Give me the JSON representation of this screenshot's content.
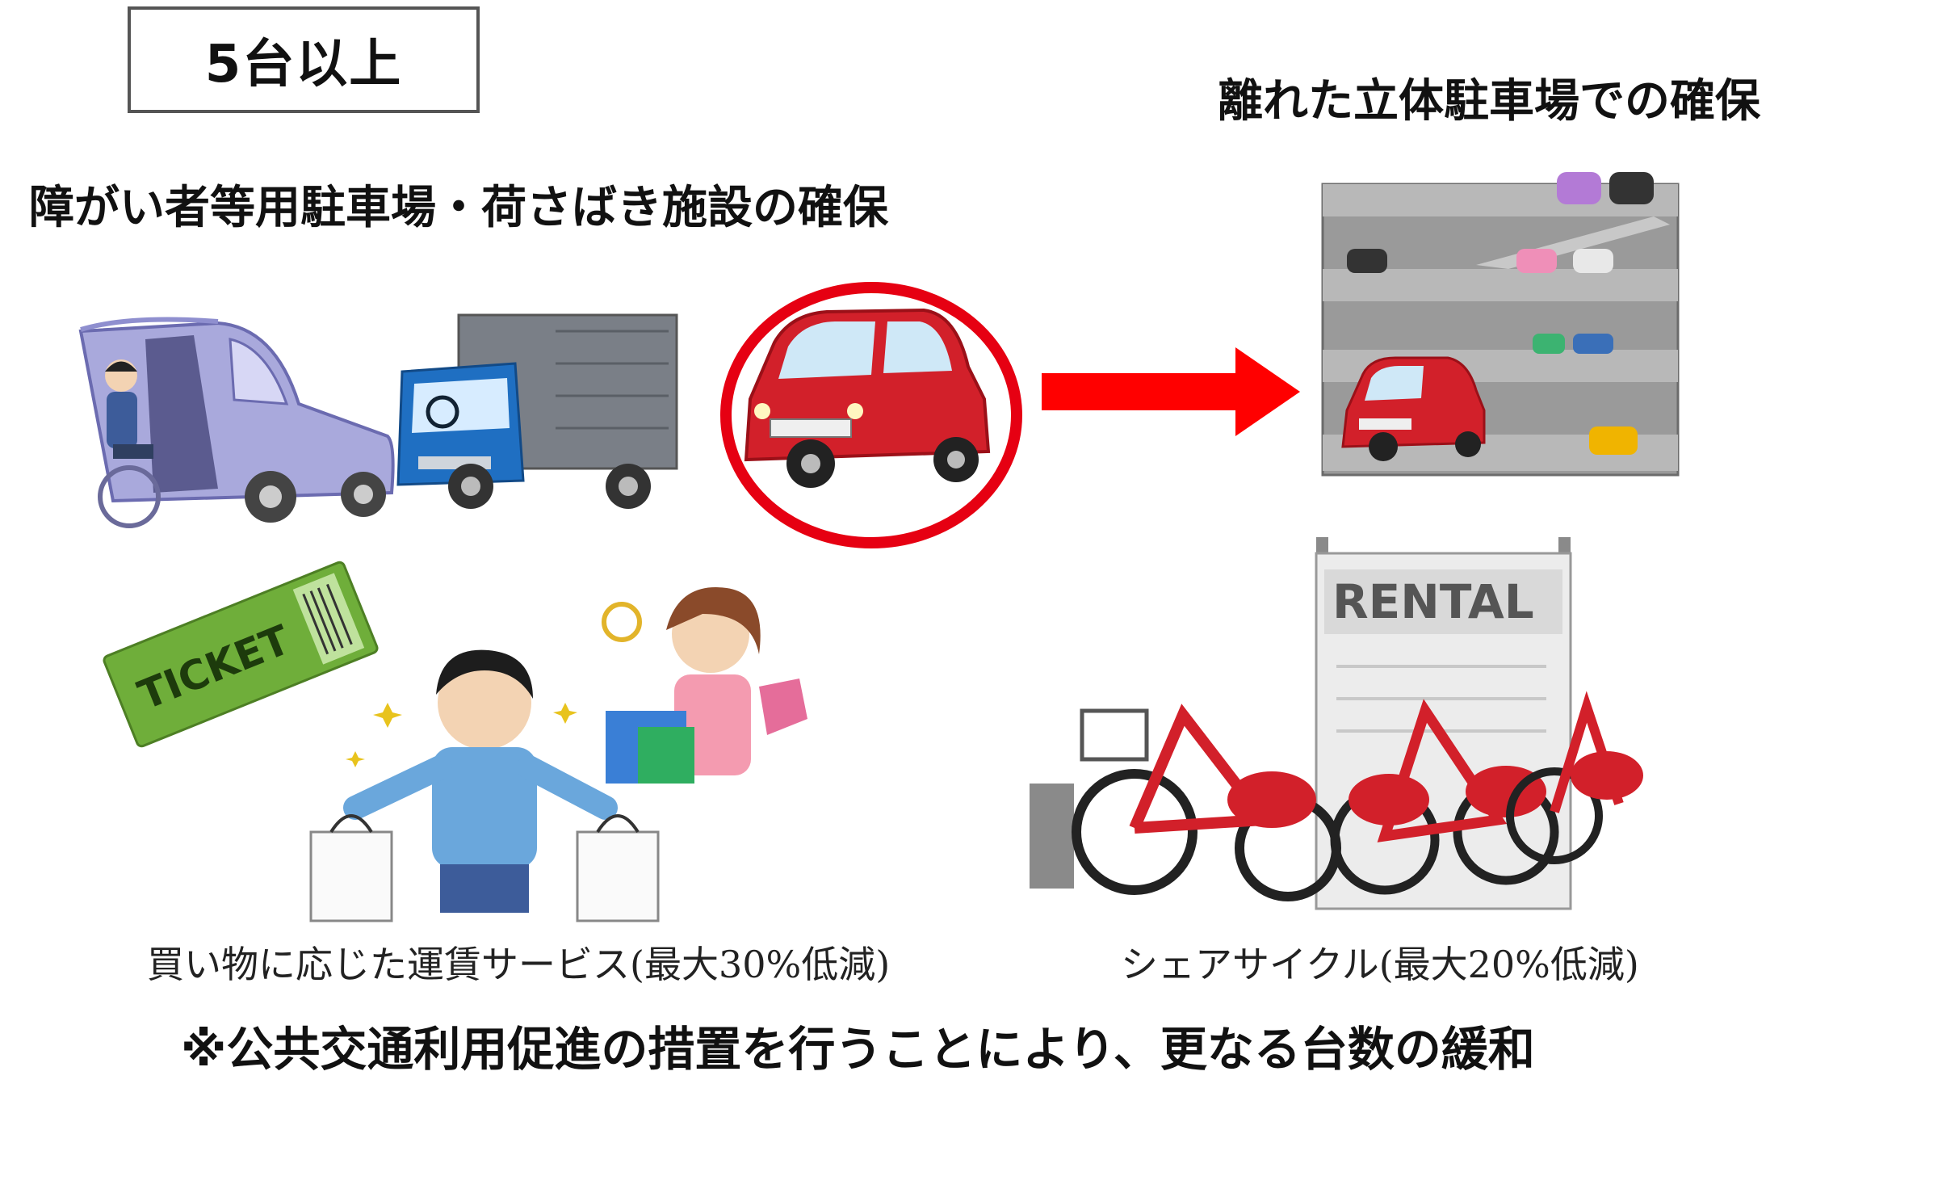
{
  "box_label": "5台以上",
  "left_heading": "障がい者等用駐車場・荷さばき施設の確保",
  "right_heading": "離れた立体駐車場での確保",
  "caption_left": "買い物に応じた運賃サービス(最大30%低減)",
  "caption_right": "シェアサイクル(最大20%低減)",
  "bottom_note": "※公共交通利用促進の措置を行うことにより、更なる台数の緩和",
  "ticket_text": "TICKET",
  "rental_sign": "RENTAL",
  "colors": {
    "accent_red": "#e60012",
    "car_red": "#d2202a",
    "truck_blue": "#1f6fc2",
    "van_lavender": "#a9a9dc",
    "ticket_green": "#6fae3a",
    "parking_gray": "#a7a7a7",
    "shirt_blue": "#6aa7dc"
  },
  "icons": [
    "wheelchair-van-icon",
    "truck-icon",
    "red-car-icon",
    "arrow-right-icon",
    "parking-garage-icon",
    "ticket-icon",
    "shopping-people-icon",
    "rental-bicycles-icon"
  ]
}
